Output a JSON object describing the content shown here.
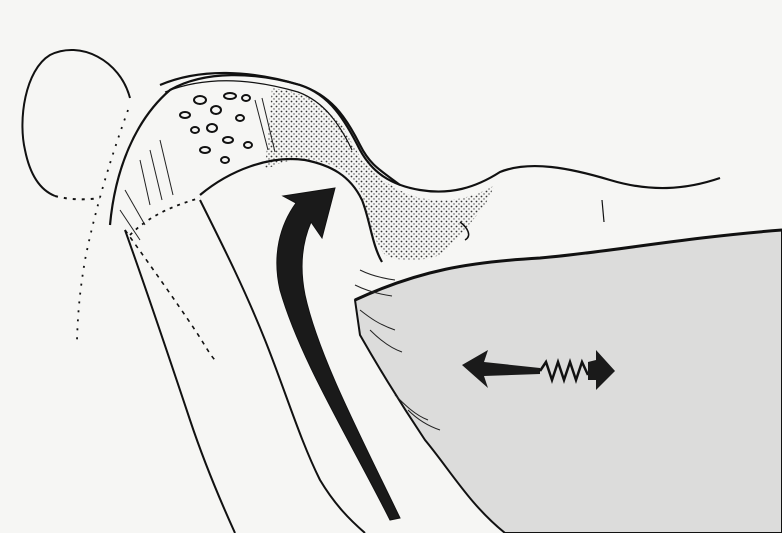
{
  "illustration": {
    "labels": [],
    "colors": {
      "paper": "#f6f6f4",
      "shaded_region": "#dcdcdb",
      "ink": "#111111",
      "arrow": "#1a1a1a",
      "stipple_fill": "#cfcfcf"
    },
    "elements": [
      "round-structure-outline",
      "curved-band",
      "stippled-layer",
      "upper-contour",
      "shaded-lower-mass",
      "large-upward-curved-arrow",
      "double-headed-arrow-with-zigzag"
    ]
  }
}
